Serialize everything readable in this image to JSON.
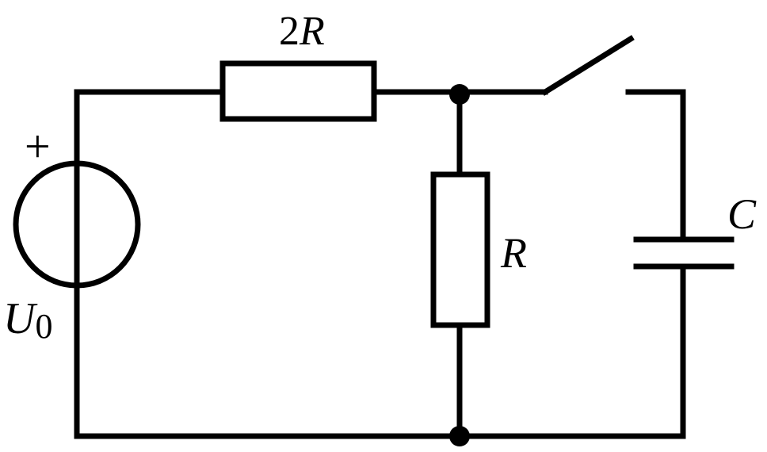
{
  "labels": {
    "resistor_top": {
      "coef": "2",
      "sym": "R"
    },
    "resistor_mid": "R",
    "capacitor": "C",
    "source": {
      "sym": "U",
      "sub": "0"
    },
    "plus": "+"
  },
  "colors": {
    "ink": "#000000",
    "background": "#ffffff"
  }
}
